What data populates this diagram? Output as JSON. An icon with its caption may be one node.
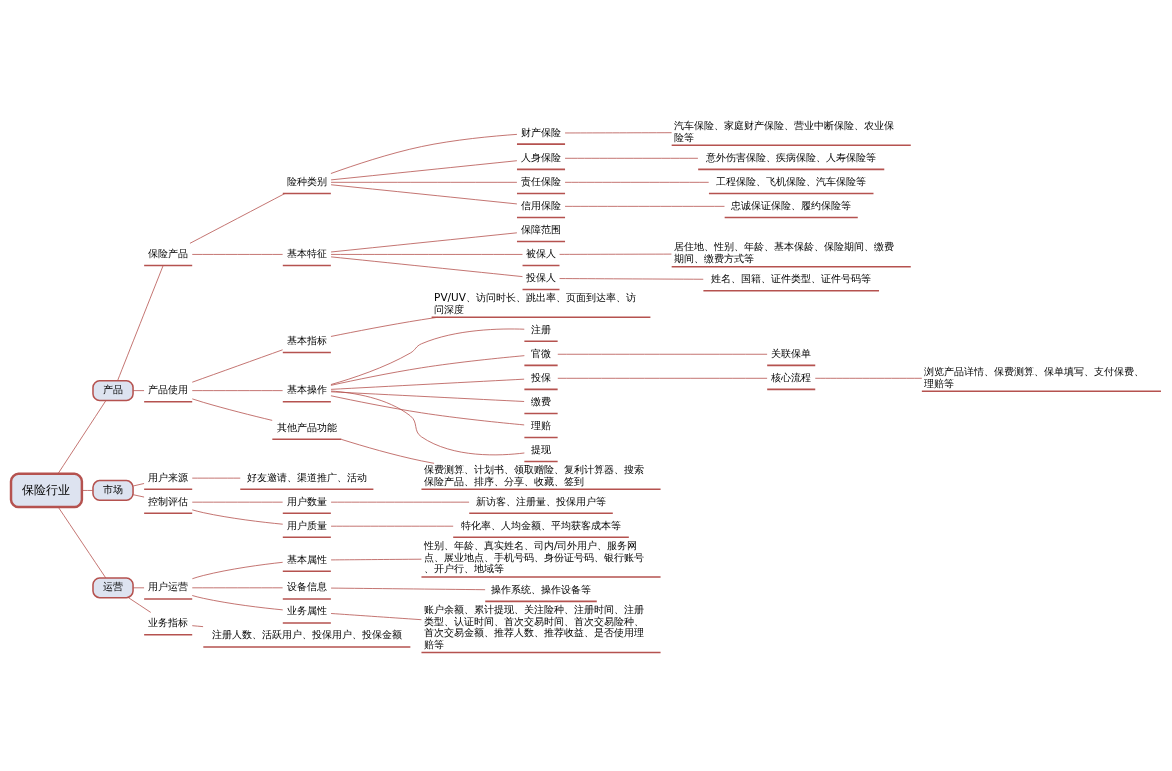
{
  "diagram": {
    "nodes": [
      {
        "text": [
          "保险行业"
        ]
      },
      {
        "text": [
          "产品"
        ]
      },
      {
        "text": [
          "保险产品"
        ]
      },
      {
        "text": [
          "险种类别"
        ]
      },
      {
        "text": [
          "财产保险"
        ]
      },
      {
        "text": [
          "汽车保险、家庭财产保险、营业中断保险、农业保险等"
        ]
      },
      {
        "text": [
          "人身保险"
        ]
      },
      {
        "text": [
          "意外伤害保险、疾病保险、人寿保险等"
        ]
      },
      {
        "text": [
          "责任保险"
        ]
      },
      {
        "text": [
          "工程保险、飞机保险、汽车保险等"
        ]
      },
      {
        "text": [
          "信用保险"
        ]
      },
      {
        "text": [
          "忠诚保证保险、履约保险等"
        ]
      },
      {
        "text": [
          "基本特征"
        ]
      },
      {
        "text": [
          "保障范围"
        ]
      },
      {
        "text": [
          "被保人"
        ]
      },
      {
        "text": [
          "居住地、性别、年龄、基本保龄、保险期间、缴费期间、缴费方式等"
        ]
      },
      {
        "text": [
          "投保人"
        ]
      },
      {
        "text": [
          "姓名、国籍、证件类型、证件号码等"
        ]
      },
      {
        "text": [
          "产品使用"
        ]
      },
      {
        "text": [
          "基本指标"
        ]
      },
      {
        "text": [
          "PV/UV、访问时长、跳出率、页面到达率、访问深度"
        ]
      },
      {
        "text": [
          "基本操作"
        ]
      },
      {
        "text": [
          "注册"
        ]
      },
      {
        "text": [
          "官微"
        ]
      },
      {
        "text": [
          "关联保单"
        ]
      },
      {
        "text": [
          "投保"
        ]
      },
      {
        "text": [
          "核心流程"
        ]
      },
      {
        "text": [
          "浏览产品详情、保费测算、保单填写、支付保费、理赔等"
        ]
      },
      {
        "text": [
          "缴费"
        ]
      },
      {
        "text": [
          "理赔"
        ]
      },
      {
        "text": [
          "提现"
        ]
      },
      {
        "text": [
          "其他产品功能"
        ]
      },
      {
        "text": [
          "保费测算、计划书、领取赠险、复利计算器、搜索保险产品、排序、分享、收藏、签到"
        ]
      },
      {
        "text": [
          "市场"
        ]
      },
      {
        "text": [
          "用户来源"
        ]
      },
      {
        "text": [
          "好友邀请、渠道推广、活动"
        ]
      },
      {
        "text": [
          "控制评估"
        ]
      },
      {
        "text": [
          "用户数量"
        ]
      },
      {
        "text": [
          "新访客、注册量、投保用户等"
        ]
      },
      {
        "text": [
          "用户质量"
        ]
      },
      {
        "text": [
          "特化率、人均金额、平均获客成本等"
        ]
      },
      {
        "text": [
          "运营"
        ]
      },
      {
        "text": [
          "用户运营"
        ]
      },
      {
        "text": [
          "基本属性"
        ]
      },
      {
        "text": [
          "性别、年龄、真实姓名、司内/司外用户、服务网点、展业地点、手机号码、身份证号码、银行账号、开户行、地域等"
        ]
      },
      {
        "text": [
          "设备信息"
        ]
      },
      {
        "text": [
          "操作系统、操作设备等"
        ]
      },
      {
        "text": [
          "业务属性"
        ]
      },
      {
        "text": [
          "账户余额、累计提现、关注险种、注册时间、注册类型、认证时间、首次交易时间、首次交易险种、首次交易金额、推荐人数、推荐收益、是否使用理赔等"
        ]
      },
      {
        "text": [
          "业务指标"
        ]
      },
      {
        "text": [
          "注册人数、活跃用户、投保用户、投保金额"
        ]
      }
    ],
    "edges": [
      {
        "from": 0,
        "to": 1,
        "arrow": "none"
      },
      {
        "from": 1,
        "to": 2,
        "arrow": "none"
      },
      {
        "from": 2,
        "to": 3,
        "arrow": "none"
      },
      {
        "from": 3,
        "to": 4,
        "arrow": "none"
      },
      {
        "from": 4,
        "to": 5,
        "arrow": "none"
      },
      {
        "from": 3,
        "to": 6,
        "arrow": "none"
      },
      {
        "from": 6,
        "to": 7,
        "arrow": "none"
      },
      {
        "from": 3,
        "to": 8,
        "arrow": "none"
      },
      {
        "from": 8,
        "to": 9,
        "arrow": "none"
      },
      {
        "from": 3,
        "to": 10,
        "arrow": "none"
      },
      {
        "from": 10,
        "to": 11,
        "arrow": "none"
      },
      {
        "from": 2,
        "to": 12,
        "arrow": "none"
      },
      {
        "from": 12,
        "to": 13,
        "arrow": "none"
      },
      {
        "from": 12,
        "to": 14,
        "arrow": "none"
      },
      {
        "from": 14,
        "to": 15,
        "arrow": "none"
      },
      {
        "from": 12,
        "to": 16,
        "arrow": "none"
      },
      {
        "from": 16,
        "to": 17,
        "arrow": "none"
      },
      {
        "from": 1,
        "to": 18,
        "arrow": "none"
      },
      {
        "from": 18,
        "to": 19,
        "arrow": "none"
      },
      {
        "from": 19,
        "to": 20,
        "arrow": "none"
      },
      {
        "from": 18,
        "to": 21,
        "arrow": "none"
      },
      {
        "from": 21,
        "to": 22,
        "arrow": "none"
      },
      {
        "from": 21,
        "to": 23,
        "arrow": "none"
      },
      {
        "from": 23,
        "to": 24,
        "arrow": "none"
      },
      {
        "from": 21,
        "to": 25,
        "arrow": "none"
      },
      {
        "from": 25,
        "to": 26,
        "arrow": "none"
      },
      {
        "from": 26,
        "to": 27,
        "arrow": "none"
      },
      {
        "from": 21,
        "to": 28,
        "arrow": "none"
      },
      {
        "from": 21,
        "to": 29,
        "arrow": "none"
      },
      {
        "from": 21,
        "to": 30,
        "arrow": "none"
      },
      {
        "from": 18,
        "to": 31,
        "arrow": "none"
      },
      {
        "from": 31,
        "to": 32,
        "arrow": "none"
      },
      {
        "from": 0,
        "to": 33,
        "arrow": "none"
      },
      {
        "from": 33,
        "to": 34,
        "arrow": "none"
      },
      {
        "from": 34,
        "to": 35,
        "arrow": "none"
      },
      {
        "from": 33,
        "to": 36,
        "arrow": "none"
      },
      {
        "from": 36,
        "to": 37,
        "arrow": "none"
      },
      {
        "from": 37,
        "to": 38,
        "arrow": "none"
      },
      {
        "from": 36,
        "to": 39,
        "arrow": "none"
      },
      {
        "from": 39,
        "to": 40,
        "arrow": "none"
      },
      {
        "from": 0,
        "to": 41,
        "arrow": "none"
      },
      {
        "from": 41,
        "to": 42,
        "arrow": "none"
      },
      {
        "from": 42,
        "to": 43,
        "arrow": "none"
      },
      {
        "from": 43,
        "to": 44,
        "arrow": "none"
      },
      {
        "from": 42,
        "to": 45,
        "arrow": "none"
      },
      {
        "from": 45,
        "to": 46,
        "arrow": "none"
      },
      {
        "from": 42,
        "to": 47,
        "arrow": "none"
      },
      {
        "from": 47,
        "to": 48,
        "arrow": "none"
      },
      {
        "from": 41,
        "to": 49,
        "arrow": "none"
      },
      {
        "from": 49,
        "to": 50,
        "arrow": "none"
      }
    ]
  }
}
